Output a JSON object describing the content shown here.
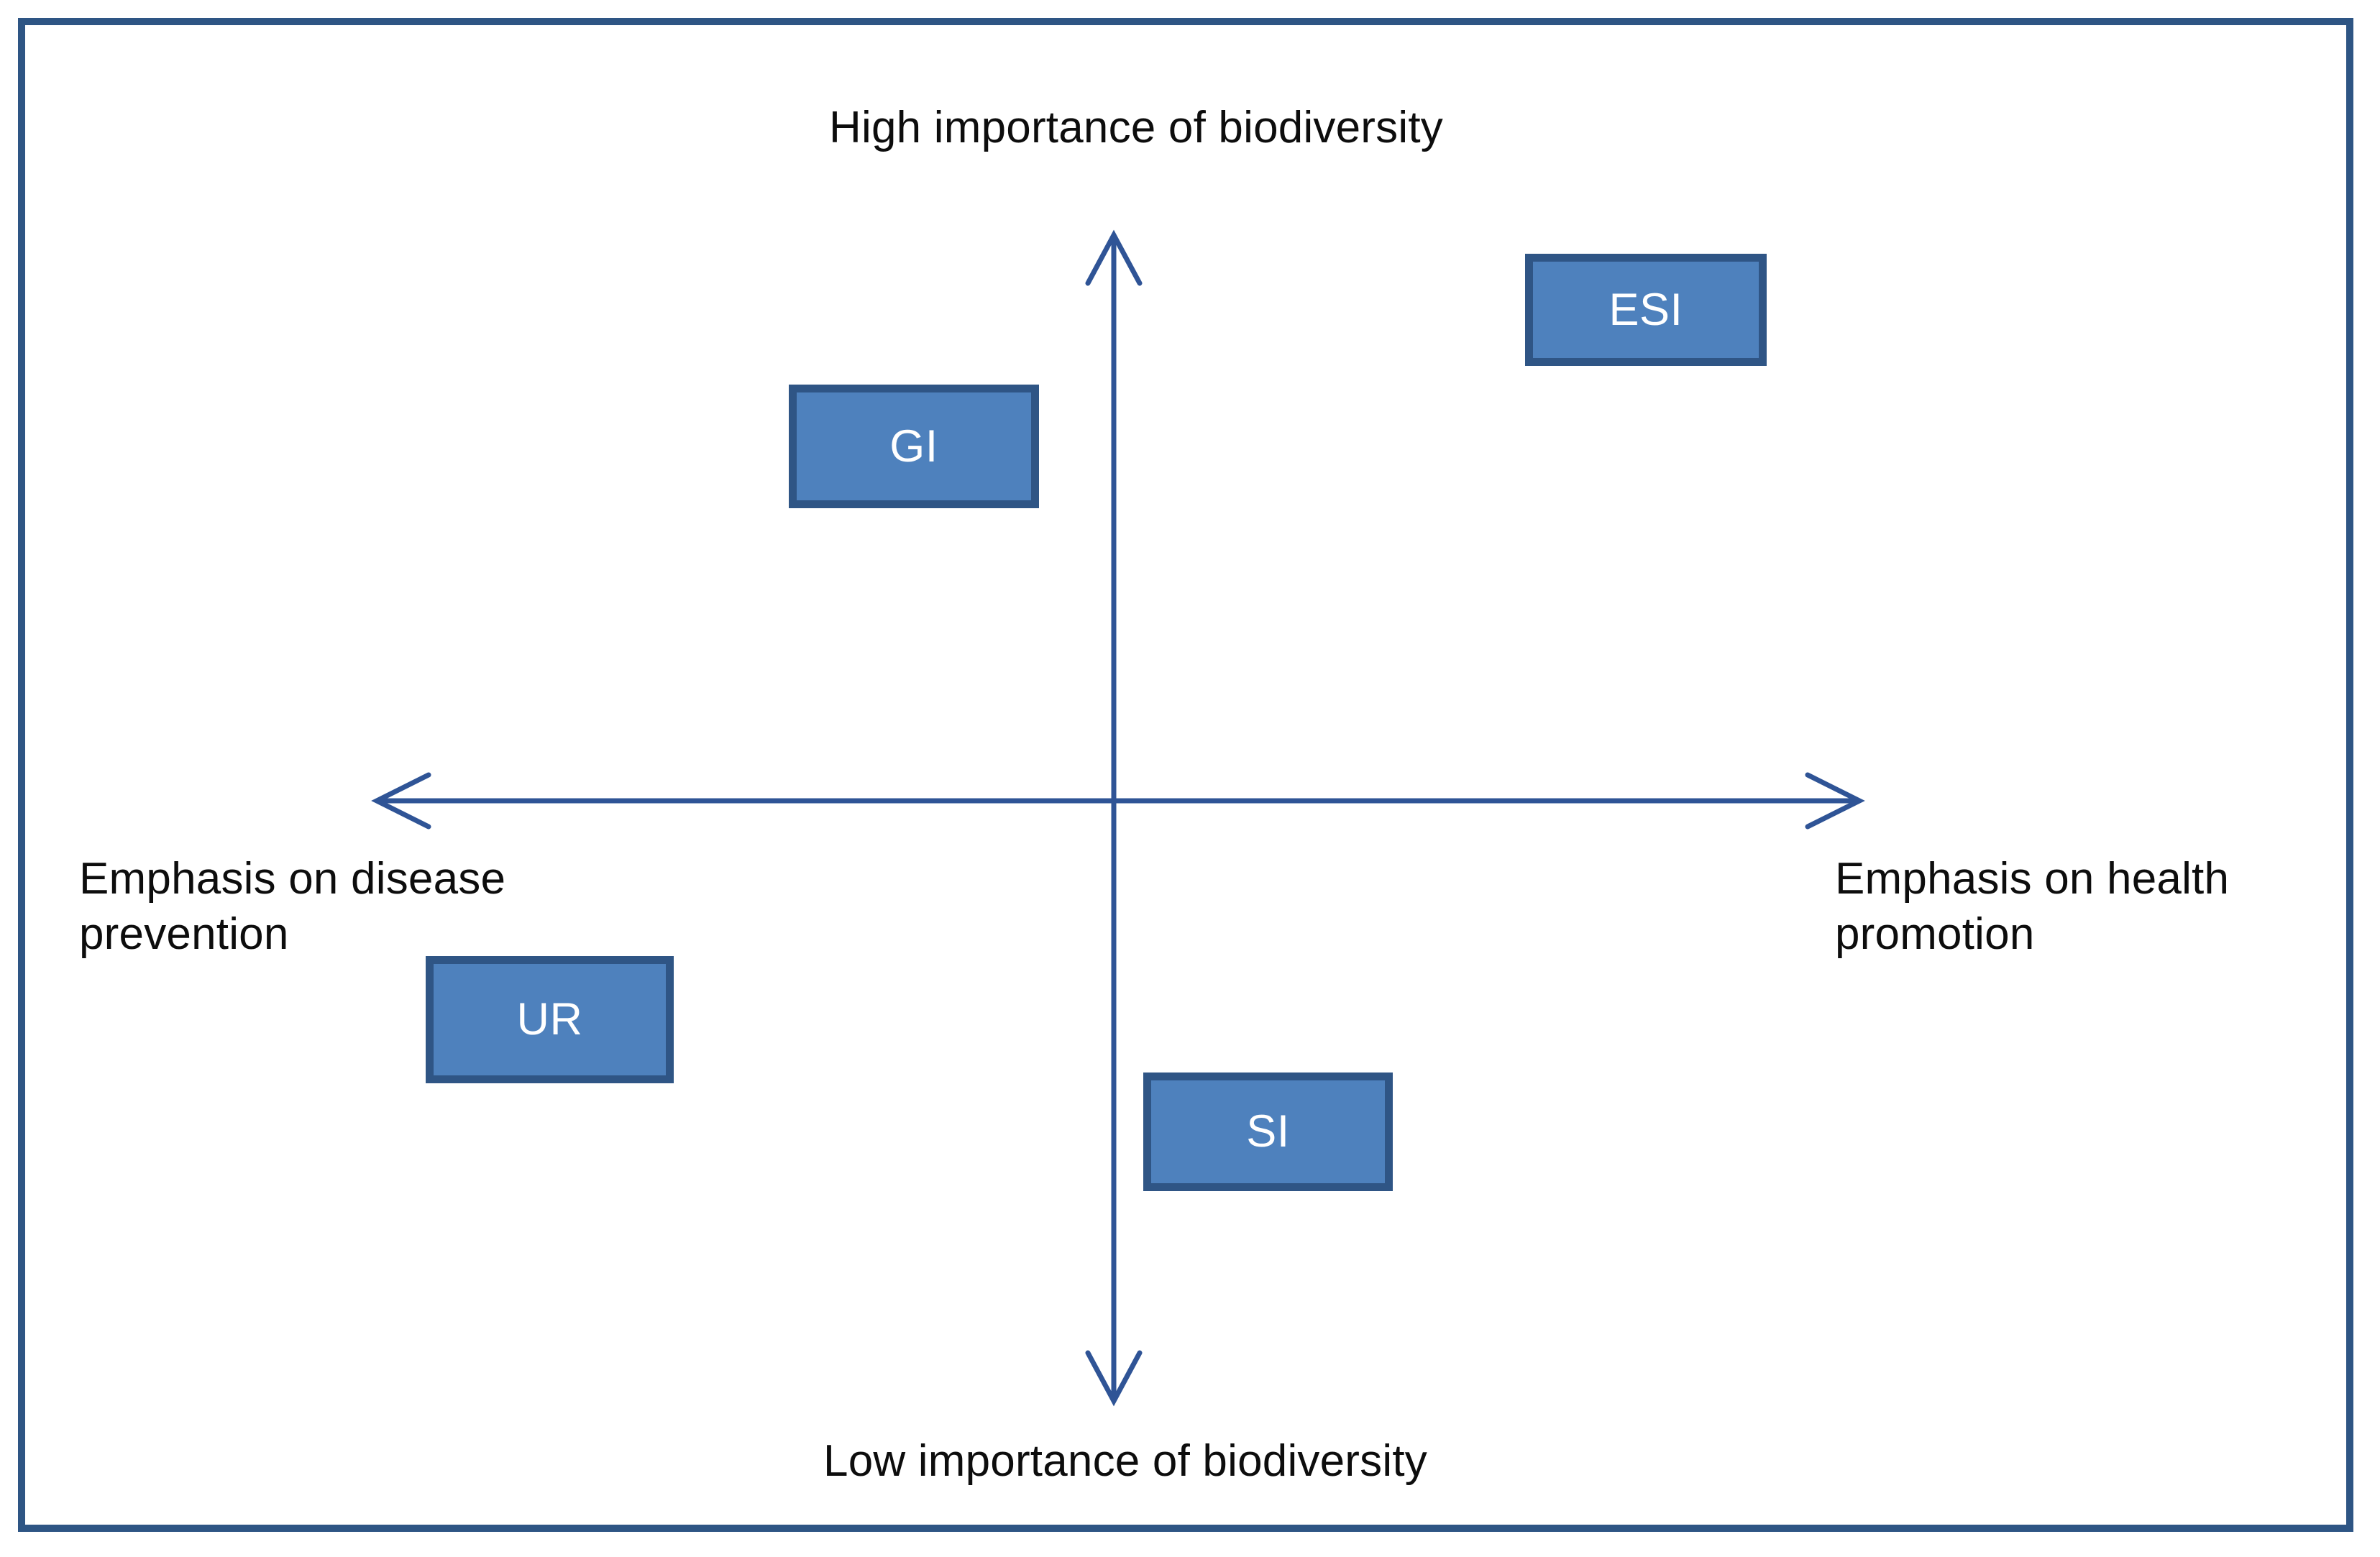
{
  "diagram": {
    "type": "2x2 positioning matrix",
    "frame_color": "#2e5584",
    "axis_color": "#2f5496",
    "box_fill": "#4e81bd",
    "box_border": "#2f5585",
    "box_text_color": "#ffffff",
    "label_text_color": "#0d0d0d",
    "axes": {
      "vertical": {
        "top_label": "High importance of biodiversity",
        "bottom_label": "Low importance of biodiversity"
      },
      "horizontal": {
        "left_label": "Emphasis on disease\nprevention",
        "right_label": "Emphasis on health\npromotion"
      }
    },
    "items": [
      {
        "label": "ESI",
        "quadrant": "upper-right"
      },
      {
        "label": "GI",
        "quadrant": "upper-left"
      },
      {
        "label": "UR",
        "quadrant": "lower-left"
      },
      {
        "label": "SI",
        "quadrant": "lower-right"
      }
    ]
  }
}
